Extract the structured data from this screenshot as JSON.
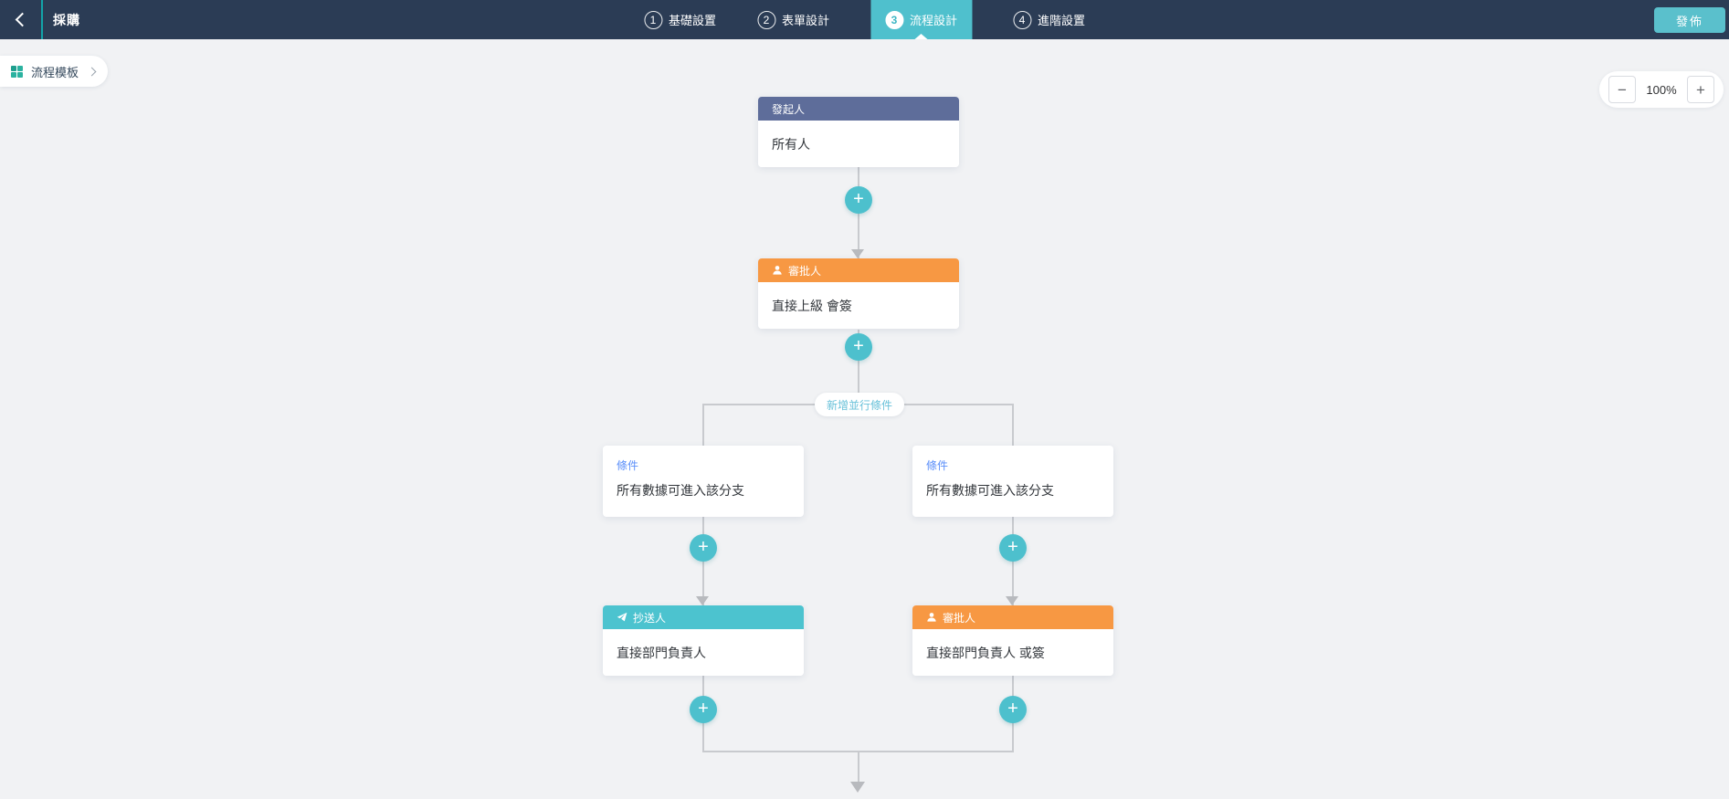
{
  "topbar": {
    "title": "採購",
    "tabs": [
      {
        "num": "1",
        "label": "基礎設置"
      },
      {
        "num": "2",
        "label": "表單設計"
      },
      {
        "num": "3",
        "label": "流程設計"
      },
      {
        "num": "4",
        "label": "進階設置"
      }
    ],
    "active_tab_index": 2,
    "publish_label": "發佈"
  },
  "canvas_toolbar": {
    "template_chip_label": "流程模板",
    "zoom_out_label": "−",
    "zoom_percent": "100%",
    "zoom_in_label": "+"
  },
  "flowchart": {
    "start_node": {
      "header": "發起人",
      "body": "所有人"
    },
    "approver_node": {
      "header": "審批人",
      "body": "直接上級 會簽"
    },
    "add_parallel_label": "新增並行條件",
    "left_branch": {
      "condition_label": "條件",
      "condition_text": "所有數據可進入該分支",
      "node": {
        "header": "抄送人",
        "body": "直接部門負責人"
      }
    },
    "right_branch": {
      "condition_label": "條件",
      "condition_text": "所有數據可進入該分支",
      "node": {
        "header": "審批人",
        "body": "直接部門負責人 或簽"
      }
    },
    "add_button_label": "+"
  },
  "icons": {
    "back": "chevron-left",
    "template_chip": "grid-2x2",
    "approver_header": "person-bust",
    "cc_header": "paper-plane",
    "zoom_out": "minus",
    "zoom_in": "plus"
  },
  "colors": {
    "topbar_bg": "#2b3c55",
    "accent_teal": "#4fc0cd",
    "header_divider_teal": "#13a3a9",
    "initiator_slate": "#5e6d9a",
    "approver_orange": "#f79843",
    "cc_teal": "#4cc3cf",
    "canvas_bg": "#f1f2f4",
    "connector_gray": "#c8cace",
    "condition_blue": "#5b8ff9",
    "parallel_pill_blue": "#68c1d9"
  }
}
